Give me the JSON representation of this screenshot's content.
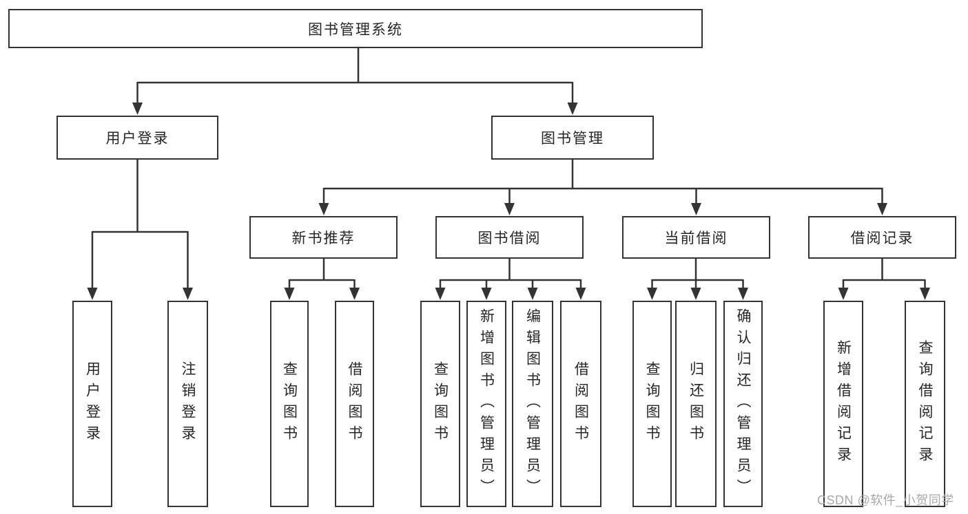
{
  "tree": {
    "root": {
      "label": "图书管理系统"
    },
    "branches": [
      {
        "label": "用户登录",
        "children": [
          "用户登录",
          "注销登录"
        ]
      },
      {
        "label": "图书管理",
        "groups": [
          {
            "label": "新书推荐",
            "children": [
              "查询图书",
              "借阅图书"
            ]
          },
          {
            "label": "图书借阅",
            "children": [
              "查询图书",
              "新增图书（管理员）",
              "编辑图书（管理员）",
              "借阅图书"
            ]
          },
          {
            "label": "当前借阅",
            "children": [
              "查询图书",
              "归还图书",
              "确认归还（管理员）"
            ]
          },
          {
            "label": "借阅记录",
            "children": [
              "新增借阅记录",
              "查询借阅记录"
            ]
          }
        ]
      }
    ]
  },
  "watermark": {
    "text": "CSDN @软件_小贺同学"
  },
  "colors": {
    "line": "#333333",
    "box_border": "#333333",
    "text": "#262626",
    "watermark": "#a8a8a8",
    "background": "#ffffff"
  }
}
